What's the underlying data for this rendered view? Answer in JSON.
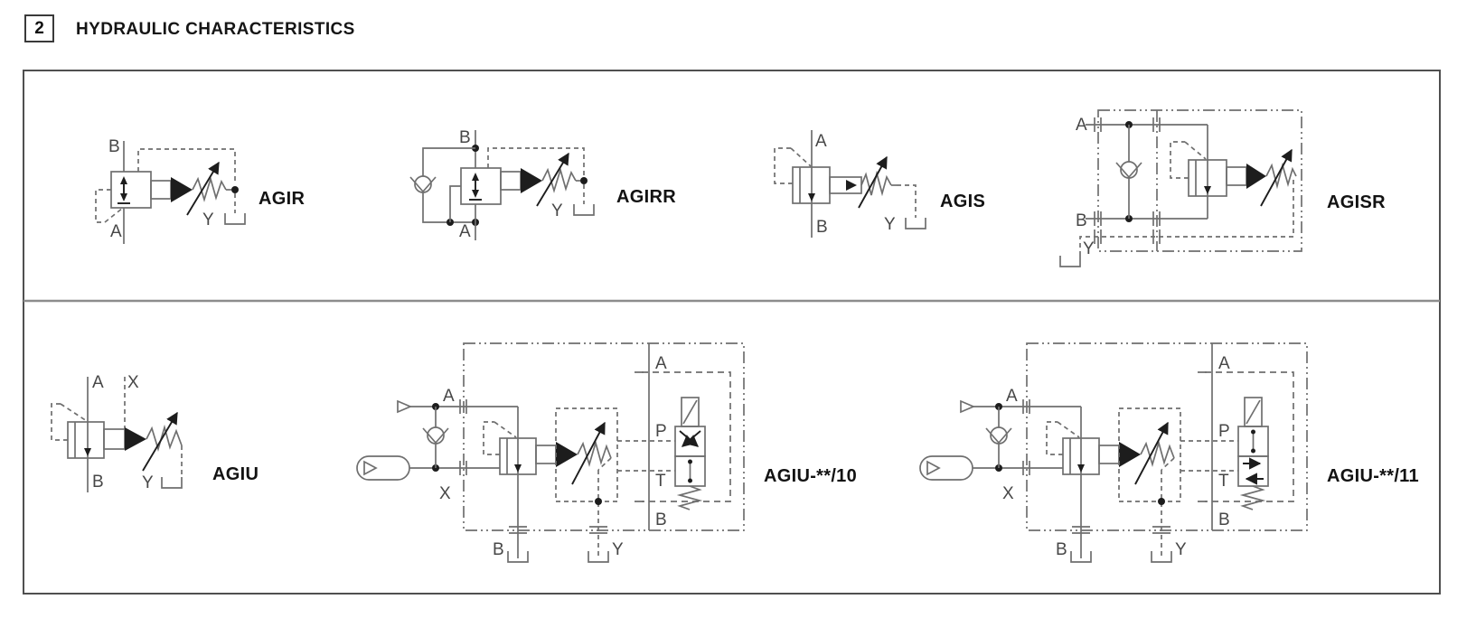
{
  "header": {
    "section_number": "2",
    "section_title": "HYDRAULIC CHARACTERISTICS"
  },
  "colors": {
    "line": "#6f6f6f",
    "ink": "#1d1d1d",
    "port_label": "#474747",
    "outer_border": "#4f4f4f",
    "row_divider": "#8c8c8c",
    "background": "#ffffff"
  },
  "diagrams": {
    "agir": {
      "label": "AGIR",
      "ports": {
        "b": "B",
        "a": "A",
        "y": "Y"
      }
    },
    "agirr": {
      "label": "AGIRR",
      "ports": {
        "b": "B",
        "a": "A",
        "y": "Y"
      }
    },
    "agis": {
      "label": "AGIS",
      "ports": {
        "a": "A",
        "b": "B",
        "y": "Y"
      }
    },
    "agisr": {
      "label": "AGISR",
      "ports": {
        "a": "A",
        "b": "B",
        "y": "Y"
      }
    },
    "agiu": {
      "label": "AGIU",
      "ports": {
        "a": "A",
        "x": "X",
        "b": "B",
        "y": "Y"
      }
    },
    "agiu10": {
      "label": "AGIU-**/10",
      "ports": {
        "a_main": "A",
        "x": "X",
        "b_main": "B",
        "y": "Y",
        "a_sol": "A",
        "p": "P",
        "t": "T",
        "b_sol": "B"
      }
    },
    "agiu11": {
      "label": "AGIU-**/11",
      "ports": {
        "a_main": "A",
        "x": "X",
        "b_main": "B",
        "y": "Y",
        "a_sol": "A",
        "p": "P",
        "t": "T",
        "b_sol": "B"
      }
    }
  }
}
